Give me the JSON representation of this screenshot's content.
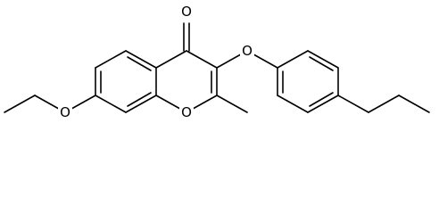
{
  "molecule": {
    "atoms": [
      {
        "symbol": "O"
      },
      {
        "symbol": "O"
      },
      {
        "symbol": "O"
      },
      {
        "symbol": "O"
      }
    ]
  },
  "colors": {
    "bond": "#000000",
    "label": "#000000",
    "background": "#ffffff"
  }
}
